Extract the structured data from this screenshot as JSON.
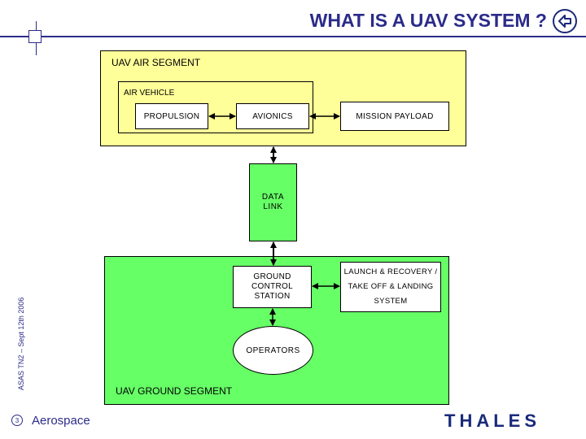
{
  "header": {
    "title": "WHAT IS A UAV SYSTEM ?",
    "back_icon": "back-arrow-icon"
  },
  "air_segment": {
    "label": "UAV AIR SEGMENT",
    "air_vehicle": {
      "label": "AIR VEHICLE",
      "propulsion": "PROPULSION",
      "avionics": "AVIONICS"
    },
    "mission_payload": "MISSION PAYLOAD"
  },
  "data_link": {
    "line1": "DATA",
    "line2": "LINK"
  },
  "ground_segment": {
    "label": "UAV GROUND SEGMENT",
    "gcs": "GROUND CONTROL STATION",
    "launch": {
      "line1": "LAUNCH & RECOVERY /",
      "line2": "TAKE OFF & LANDING",
      "line3": "SYSTEM"
    },
    "operators": "OPERATORS"
  },
  "footer": {
    "side_text": "ASAS TN2 – Sept 12th 2006",
    "page_number": "3",
    "division": "Aerospace",
    "logo": "THALES"
  },
  "colors": {
    "title": "#2b2b8a",
    "air_segment": "#ffff99",
    "ground_segment": "#66ff66"
  }
}
